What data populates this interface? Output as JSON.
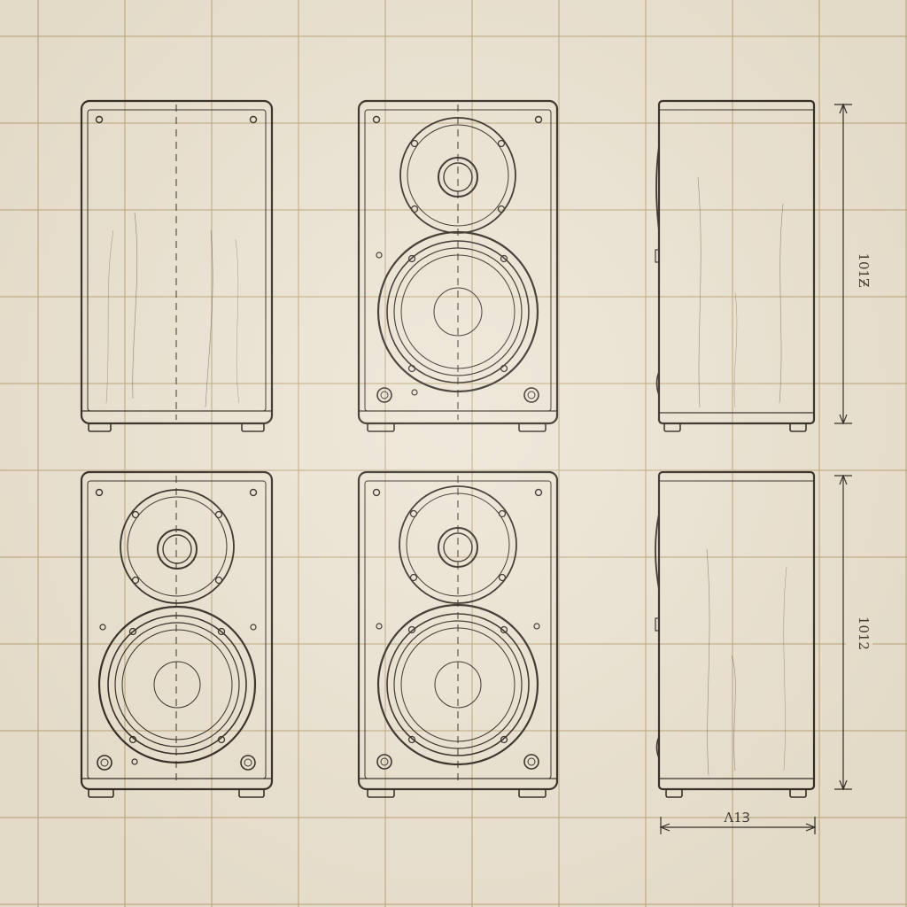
{
  "sheet": {
    "paper_color": "#ece4d3",
    "grid_color": "#bea880",
    "ink_color": "#2b241d"
  },
  "views": [
    {
      "name": "rear-view",
      "drivers": false
    },
    {
      "name": "front-view-top",
      "drivers": true
    },
    {
      "name": "side-view-top",
      "side": true
    },
    {
      "name": "front-view-bottom-left",
      "drivers": true
    },
    {
      "name": "front-view-bottom-center",
      "drivers": true
    },
    {
      "name": "side-view-bottom",
      "side": true
    }
  ],
  "dimensions": {
    "height_top_label": "101Ƶ",
    "height_bottom_label": "1012",
    "depth_label": "Λ1Ɜ"
  }
}
